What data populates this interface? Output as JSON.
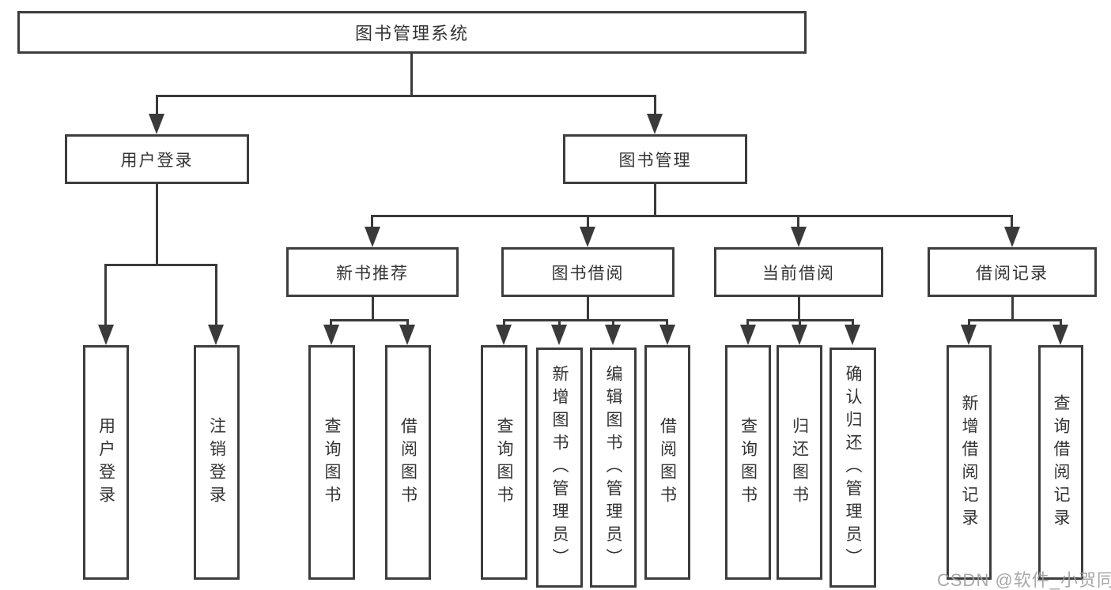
{
  "colors": {
    "line": "#3a3a3a",
    "box_border": "#3d3d3d",
    "text": "#333333",
    "watermark": "#9e9e9e",
    "background": "#ffffff"
  },
  "watermark": {
    "text": "CSDN @软件_小贺同学"
  },
  "tree": {
    "root": {
      "label": "图书管理系统"
    },
    "branches": [
      {
        "label": "用户登录",
        "children": [
          {
            "label": "用户登录"
          },
          {
            "label": "注销登录"
          }
        ]
      },
      {
        "label": "图书管理",
        "children": [
          {
            "label": "新书推荐",
            "children": [
              {
                "label": "查询图书"
              },
              {
                "label": "借阅图书"
              }
            ]
          },
          {
            "label": "图书借阅",
            "children": [
              {
                "label": "查询图书"
              },
              {
                "label": "新增图书（管理员）"
              },
              {
                "label": "编辑图书（管理员）"
              },
              {
                "label": "借阅图书"
              }
            ]
          },
          {
            "label": "当前借阅",
            "children": [
              {
                "label": "查询图书"
              },
              {
                "label": "归还图书"
              },
              {
                "label": "确认归还（管理员）"
              }
            ]
          },
          {
            "label": "借阅记录",
            "children": [
              {
                "label": "新增借阅记录"
              },
              {
                "label": "查询借阅记录"
              }
            ]
          }
        ]
      }
    ]
  }
}
